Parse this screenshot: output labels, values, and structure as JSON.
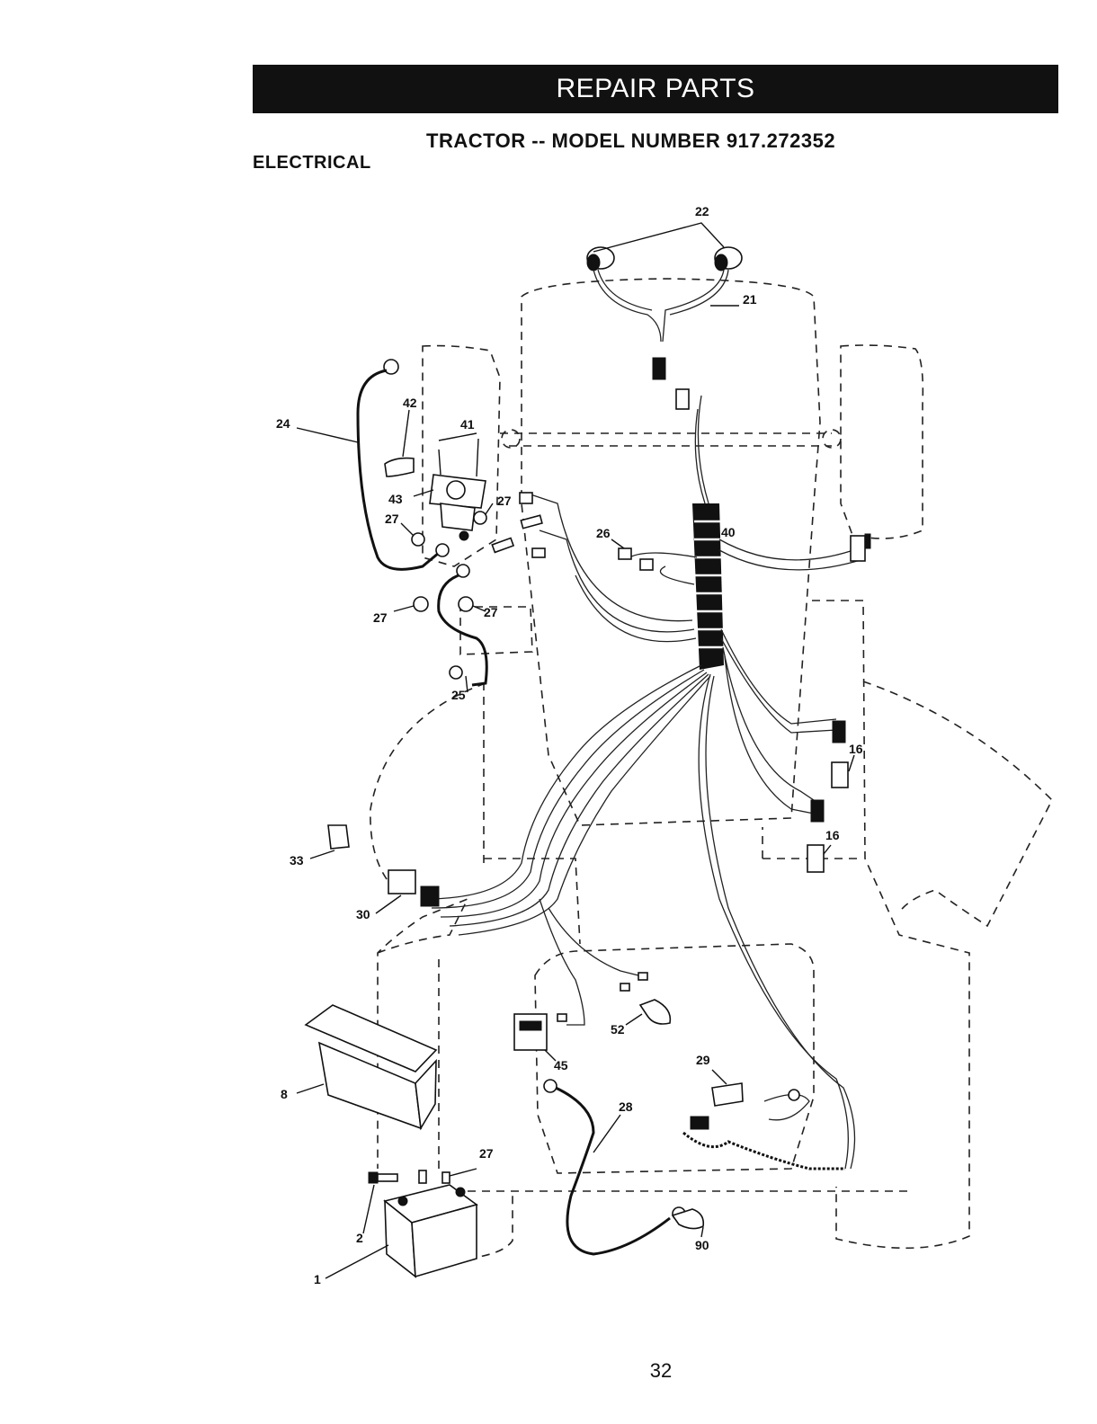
{
  "header": {
    "banner": "REPAIR PARTS",
    "subtitle": "TRACTOR -- MODEL NUMBER 917.272352",
    "section": "ELECTRICAL"
  },
  "callouts": {
    "c22": "22",
    "c21": "21",
    "c24": "24",
    "c42": "42",
    "c41": "41",
    "c43": "43",
    "c27a": "27",
    "c27b": "27",
    "c27c": "27",
    "c27d": "27",
    "c27e": "27",
    "c26": "26",
    "c40": "40",
    "c25": "25",
    "c16a": "16",
    "c16b": "16",
    "c33": "33",
    "c30": "30",
    "c52": "52",
    "c45": "45",
    "c29": "29",
    "c28": "28",
    "c8": "8",
    "c2": "2",
    "c1": "1",
    "c90": "90"
  },
  "footer": {
    "page_number": "32"
  }
}
